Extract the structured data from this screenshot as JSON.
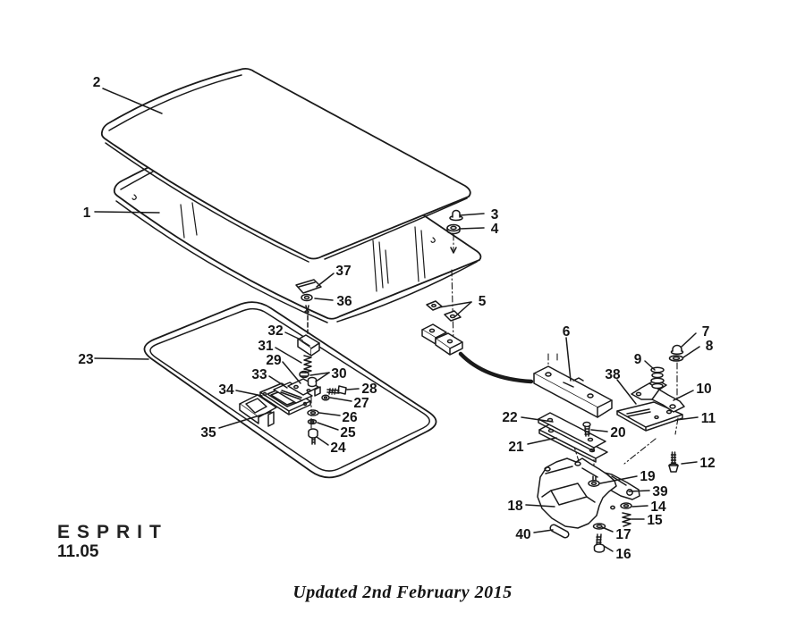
{
  "header": {
    "model": "ESPRIT",
    "section": "11.05"
  },
  "footer": {
    "updated": "Updated 2nd February 2015"
  },
  "diagram": {
    "labels": {
      "n1": "1",
      "n2": "2",
      "n3": "3",
      "n4": "4",
      "n5": "5",
      "n6": "6",
      "n7": "7",
      "n8": "8",
      "n9": "9",
      "n10": "10",
      "n11": "11",
      "n12": "12",
      "n14": "14",
      "n15": "15",
      "n16": "16",
      "n17": "17",
      "n18": "18",
      "n19": "19",
      "n20": "20",
      "n21": "21",
      "n22": "22",
      "n23": "23",
      "n24": "24",
      "n25": "25",
      "n26": "26",
      "n27": "27",
      "n28": "28",
      "n29": "29",
      "n30": "30",
      "n31": "31",
      "n32": "32",
      "n33": "33",
      "n34": "34",
      "n35": "35",
      "n36": "36",
      "n37": "37",
      "n38": "38",
      "n39": "39",
      "n40": "40"
    }
  }
}
